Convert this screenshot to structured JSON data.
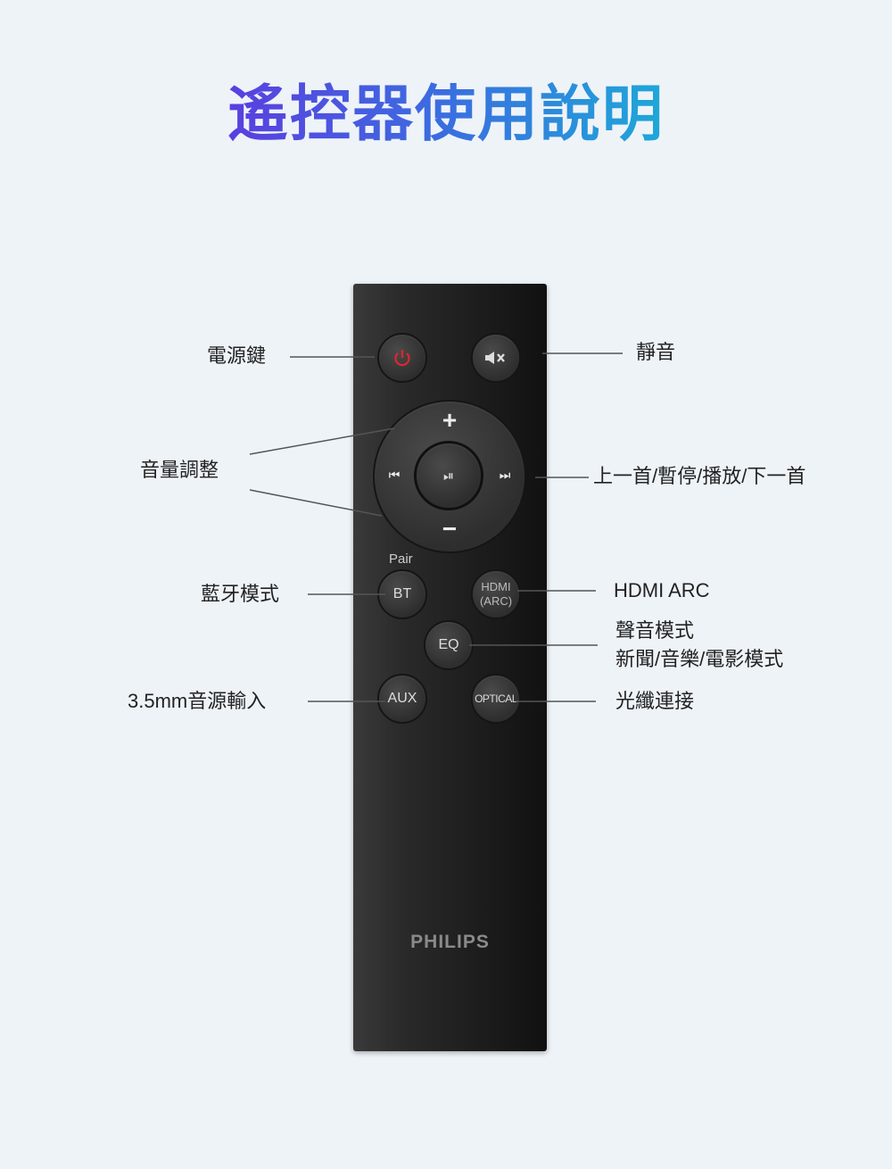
{
  "title": "遙控器使用說明",
  "remote": {
    "brand": "PHILIPS",
    "pair_label": "Pair",
    "buttons": {
      "bt": "BT",
      "hdmi_line1": "HDMI",
      "hdmi_line2": "(ARC)",
      "eq": "EQ",
      "aux": "AUX",
      "optical": "OPTICAL",
      "plus": "+",
      "minus": "−",
      "prev": "⏮",
      "play": "⏯",
      "next": "⏭"
    }
  },
  "labels": {
    "power": "電源鍵",
    "mute": "靜音",
    "volume": "音量調整",
    "track": "上一首/暫停/播放/下一首",
    "bluetooth": "藍牙模式",
    "hdmi": "HDMI ARC",
    "sound_mode_title": "聲音模式",
    "sound_mode_detail": "新聞/音樂/電影模式",
    "aux": "3.5mm音源輸入",
    "optical": "光纖連接"
  },
  "colors": {
    "power_icon": "#e0262b",
    "title_start": "#5a3fe0",
    "title_end": "#1ea8d8"
  }
}
